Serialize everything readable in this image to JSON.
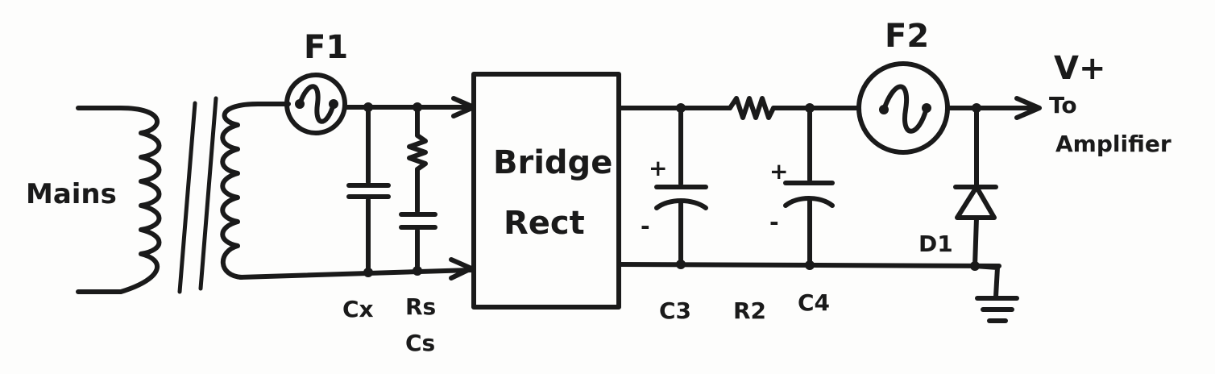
{
  "labels": {
    "mains": "Mains",
    "fuse1": "F1",
    "fuse2": "F2",
    "bridge_line1": "Bridge",
    "bridge_line2": "Rect",
    "cx": "Cx",
    "rs": "Rs",
    "cs": "Cs",
    "c3": "C3",
    "r2": "R2",
    "c4": "C4",
    "d1": "D1",
    "vplus": "V+",
    "to": "To",
    "amplifier": "Amplifier",
    "c3_plus": "+",
    "c3_minus": "-",
    "c4_plus": "+",
    "c4_minus": "-"
  },
  "colors": {
    "ink": "#1a1a1a",
    "paper": "#fdfdfc"
  }
}
